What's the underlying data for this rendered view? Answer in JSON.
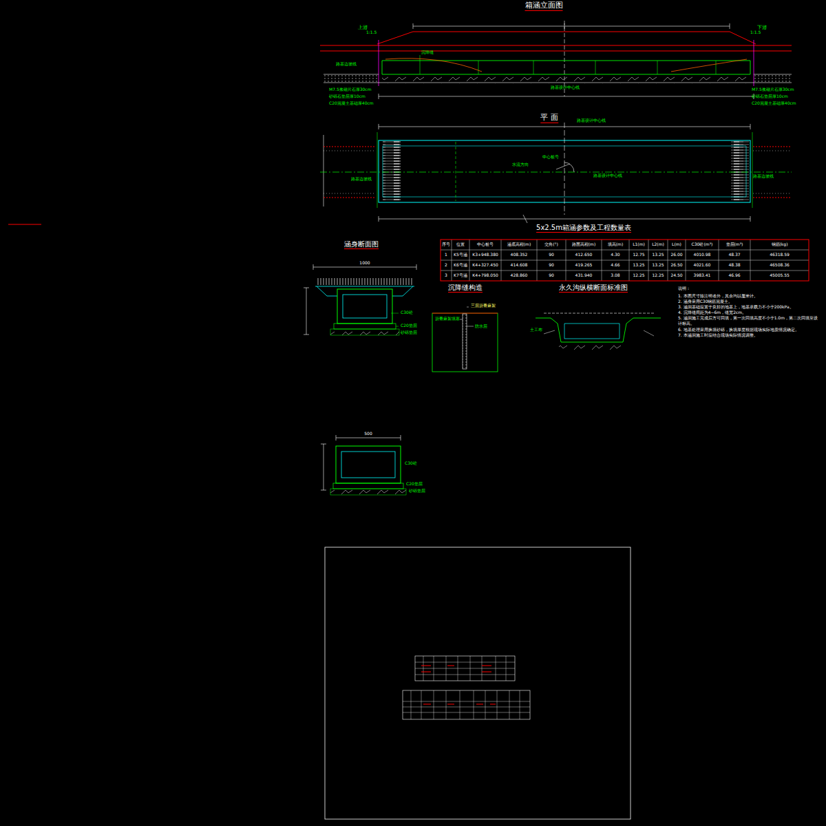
{
  "diagram": {
    "labels": [
      "箱涵立面图",
      "上游",
      "下游",
      "1:1.5",
      "1:1.5",
      "路基边坡线",
      "沉降缝",
      "路基设计中心线",
      "M7.5浆砌片石厚30cm",
      "砂砾石垫层厚10cm",
      "C20混凝土基础厚40cm",
      "M7.5浆砌片石厚30cm",
      "砂砾石垫层厚10cm",
      "C20混凝土基础厚40cm",
      "平 面",
      "路基设计中心线",
      "水流方向",
      "中心桩号",
      "路基设计中心线",
      "路基边坡线",
      "路基边坡线",
      "5x2.5m箱涵参数及工程数量表",
      "涵身断面图",
      "沉降缝构造",
      "永久沟纵横断面标准图",
      "说明：",
      "1. 本图尺寸除注明者外，其余均以厘米计。",
      "2. 涵身采用C30钢筋混凝土。",
      "3. 涵洞基础应置于良好的地基上，地基承载力不小于200kPa。",
      "4. 沉降缝间距为4~6m，缝宽2cm。",
      "5. 涵洞施工完成后方可回填，第一次回填高度不小于1.0m，第二次回填至设计标高。",
      "6. 地基处理采用换填砂砾，换填厚度根据现场实际地质情况确定。",
      "7. 本涵洞施工时应结合现场实际情况调整。",
      "C30砼",
      "C20垫层",
      "砂砾垫层",
      "三层沥青麻絮",
      "沥青麻絮填塞",
      "防水层",
      "土工布",
      "C30砼",
      "C20垫层",
      "砂砾垫层",
      "序号",
      "位置",
      "中心桩号",
      "涵底高程(m)",
      "交角(°)",
      "路面高程(m)",
      "填高(m)",
      "L1(m)",
      "L2(m)",
      "L(m)",
      "C30砼(m³)",
      "垫层(m³)",
      "钢筋(kg)",
      "1",
      "K5号涵",
      "K3+948.380",
      "408.352",
      "90",
      "412.650",
      "4.30",
      "12.75",
      "13.25",
      "26.00",
      "4010.98",
      "48.37",
      "46318.59",
      "2",
      "K6号涵",
      "K4+327.450",
      "414.608",
      "90",
      "419.265",
      "4.66",
      "13.25",
      "13.25",
      "26.50",
      "4021.60",
      "48.38",
      "46508.36",
      "3",
      "K7号涵",
      "K4+798.050",
      "428.860",
      "90",
      "431.940",
      "3.08",
      "12.25",
      "12.25",
      "24.50",
      "3983.41",
      "46.96",
      "45005.55",
      "1000",
      "500"
    ]
  }
}
